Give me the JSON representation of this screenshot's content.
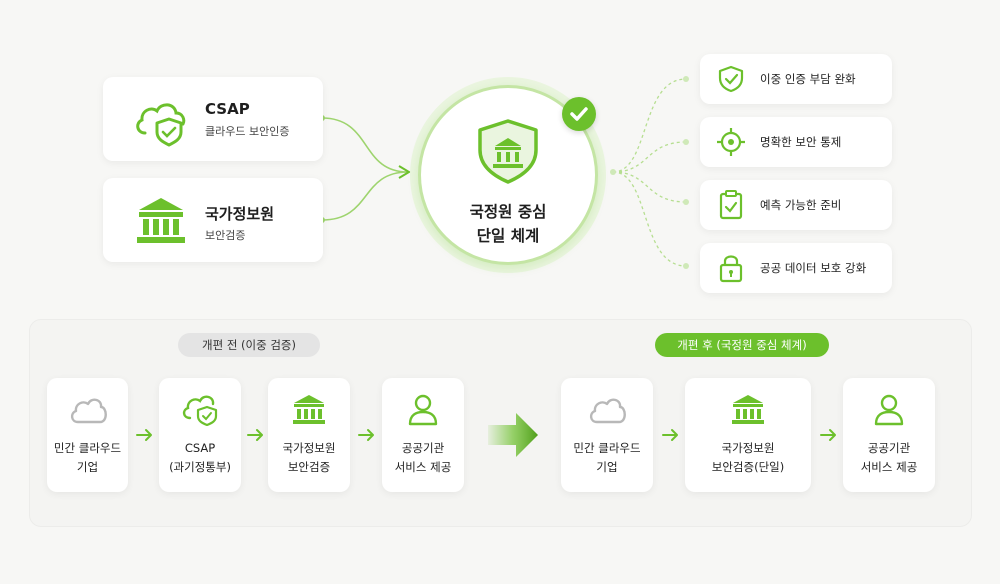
{
  "sources": [
    {
      "title": "CSAP",
      "subtitle": "클라우드 보안인증",
      "icon": "cloud-shield-icon"
    },
    {
      "title": "국가정보원",
      "subtitle": "보안검증",
      "icon": "government-building-icon"
    }
  ],
  "center": {
    "line1": "국정원 중심",
    "line2": "단일 체계",
    "icon": "shield-building-icon",
    "badge_icon": "check-badge-icon"
  },
  "benefits": [
    {
      "label": "이중 인증 부담 완화",
      "icon": "shield-check-icon"
    },
    {
      "label": "명확한 보안 통제",
      "icon": "target-icon"
    },
    {
      "label": "예측 가능한 준비",
      "icon": "clipboard-check-icon"
    },
    {
      "label": "공공 데이터 보호 강화",
      "icon": "lock-icon"
    }
  ],
  "before": {
    "title": "개편 전 (이중 검증)",
    "steps": [
      {
        "line1": "민간 클라우드",
        "line2": "기업",
        "icon": "cloud-icon"
      },
      {
        "line1": "CSAP",
        "line2": "(과기정통부)",
        "icon": "cloud-shield-icon"
      },
      {
        "line1": "국가정보원",
        "line2": "보안검증",
        "icon": "government-building-icon"
      },
      {
        "line1": "공공기관",
        "line2": "서비스 제공",
        "icon": "user-icon"
      }
    ]
  },
  "after": {
    "title": "개편 후 (국정원 중심 체계)",
    "steps": [
      {
        "line1": "민간 클라우드",
        "line2": "기업",
        "icon": "cloud-icon"
      },
      {
        "line1": "국가정보원",
        "line2": "보안검증(단일)",
        "icon": "government-building-icon"
      },
      {
        "line1": "공공기관",
        "line2": "서비스 제공",
        "icon": "user-icon"
      }
    ]
  },
  "colors": {
    "accent": "#6cc02c",
    "accent_dark": "#4f9e1a",
    "accent_light": "#cfe9b8",
    "muted": "#b8b8b8"
  }
}
